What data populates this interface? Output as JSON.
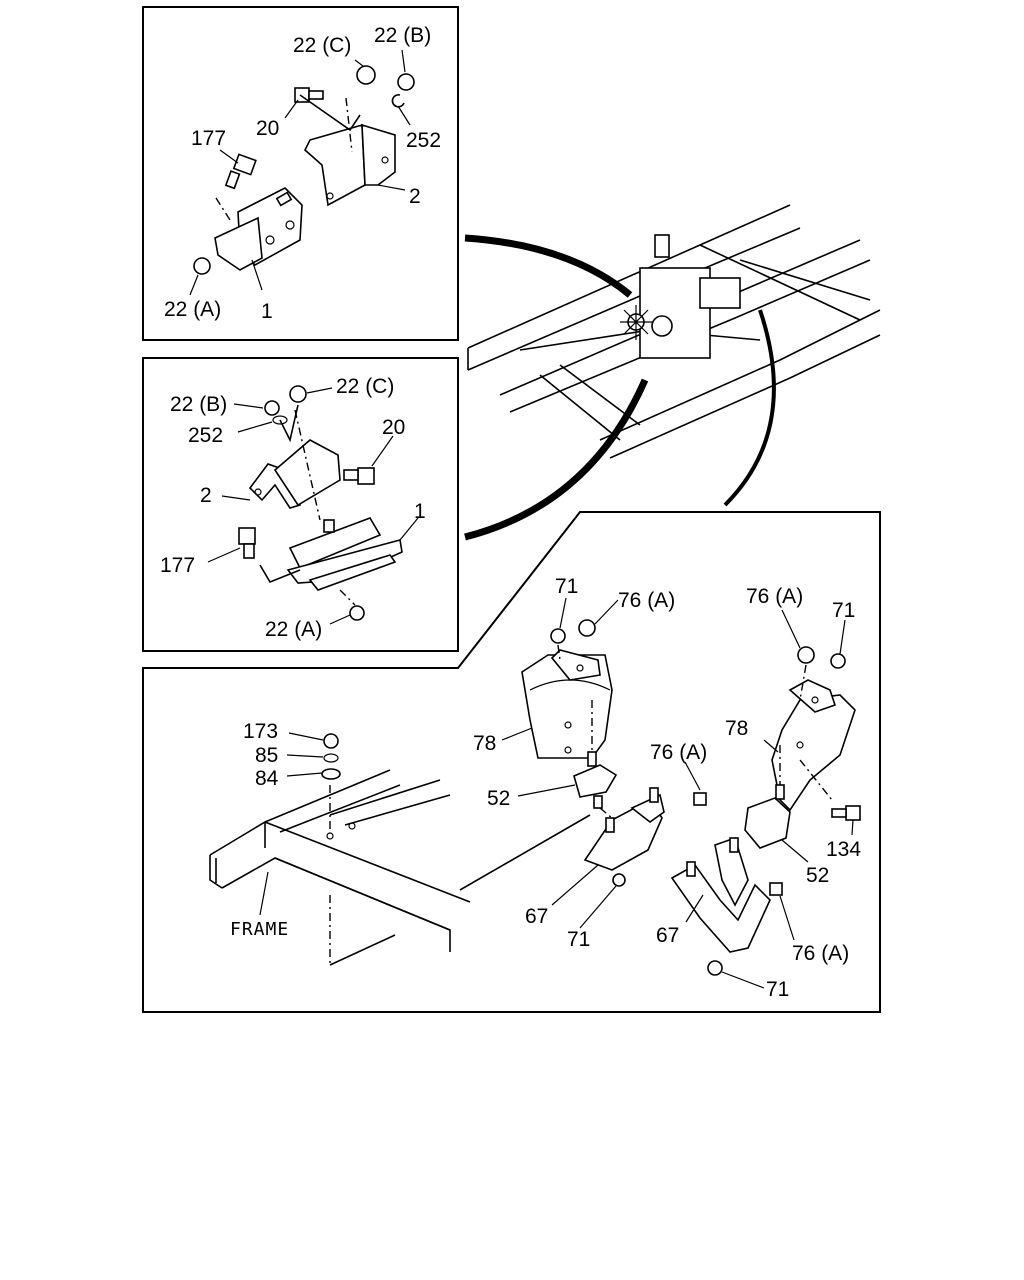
{
  "panel_top": {
    "labels": [
      "22 (C)",
      "22 (B)",
      "20",
      "252",
      "177",
      "2",
      "22 (A)",
      "1"
    ]
  },
  "panel_middle": {
    "labels": [
      "22 (B)",
      "22 (C)",
      "252",
      "20",
      "2",
      "1",
      "177",
      "22 (A)"
    ]
  },
  "panel_bottom": {
    "labels": [
      "71",
      "76 (A)",
      "76 (A)",
      "71",
      "173",
      "85",
      "84",
      "78",
      "78",
      "76 (A)",
      "52",
      "134",
      "52",
      "67",
      "71",
      "67",
      "76 (A)",
      "71"
    ],
    "frame_label": "FRAME"
  }
}
